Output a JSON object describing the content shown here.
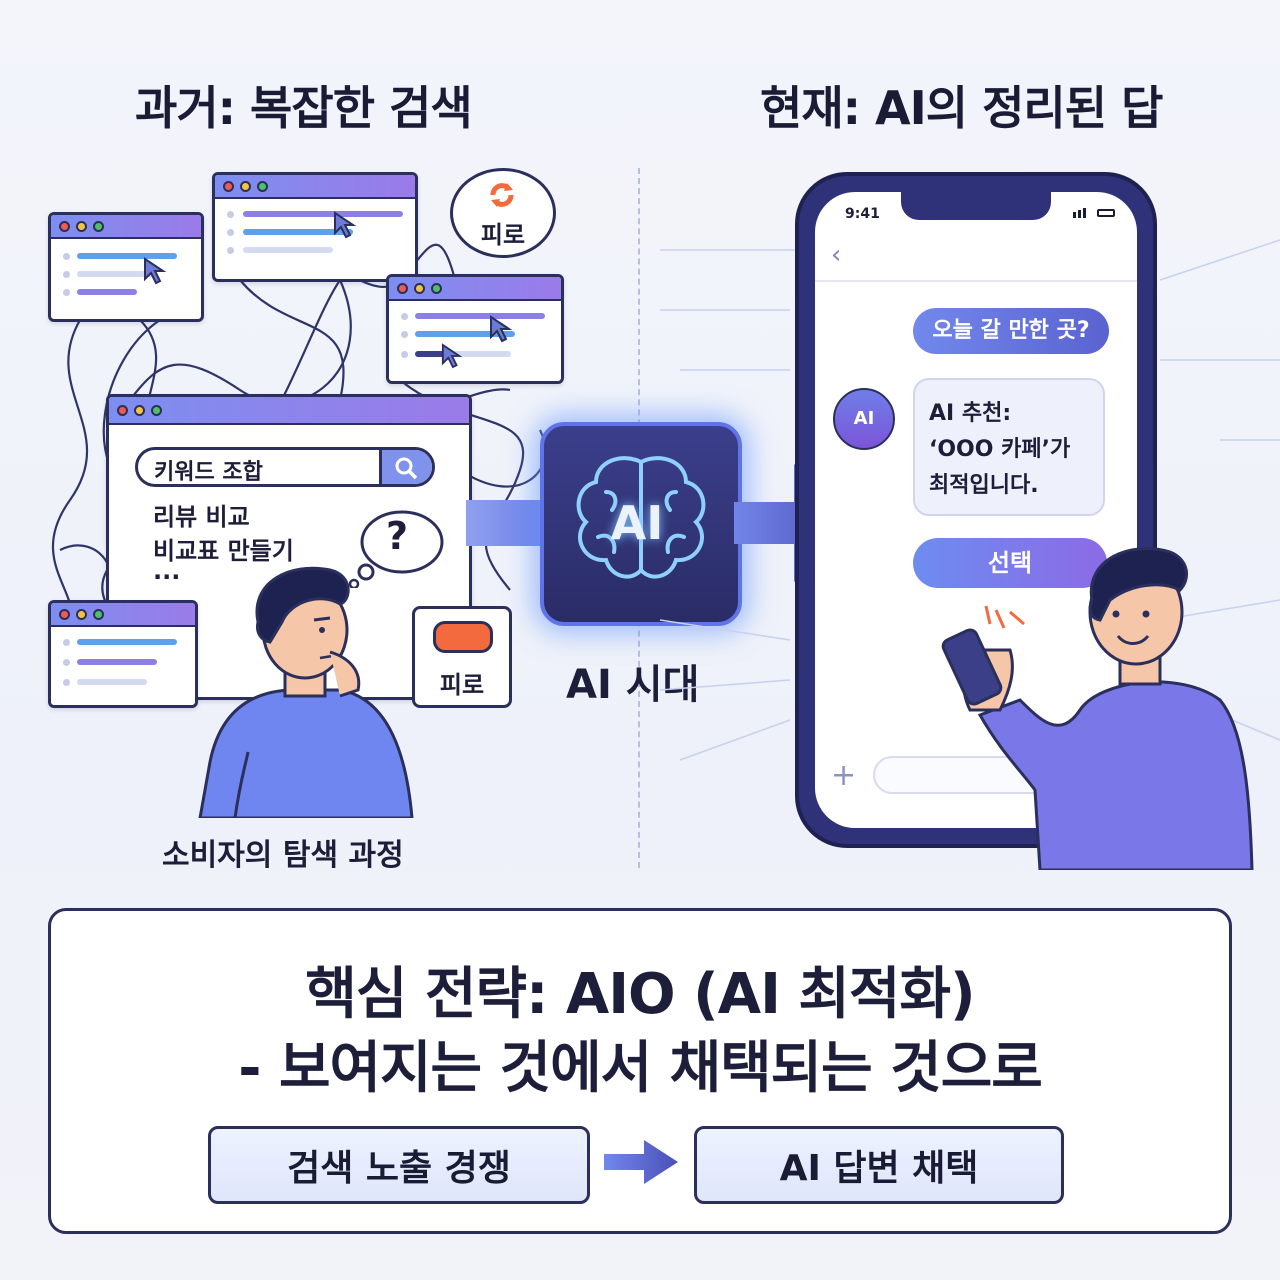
{
  "left_title": "과거: 복잡한 검색",
  "right_title": "현재: AI의 정리된 답",
  "past": {
    "fatigue_label_top": "피로",
    "fatigue_label_bottom": "피로",
    "search_keyword": "키워드 조합",
    "steps": [
      "리뷰 비교",
      "비교표 만들기",
      "..."
    ],
    "question_mark": "?",
    "caption": "소비자의 탐색 과정"
  },
  "center": {
    "ai_badge": "AI",
    "label": "AI 시대"
  },
  "phone": {
    "time": "9:41",
    "user_message": "오늘 갈 만한 곳?",
    "ai_avatar": "AI",
    "ai_message_lines": [
      "AI 추천:",
      "‘OOO 카페’가",
      "최적입니다."
    ],
    "select_button": "선택"
  },
  "strategy": {
    "line1": "핵심 전략: AIO (AI 최적화)",
    "line2": "- 보여지는 것에서 채택되는 것으로",
    "from_chip": "검색 노출 경쟁",
    "to_chip": "AI 답변 채택"
  },
  "colors": {
    "outline": "#2b2f5c",
    "accent_blue": "#6f86f0",
    "accent_purple": "#8a6be6",
    "fatigue_orange": "#f26a3d"
  }
}
